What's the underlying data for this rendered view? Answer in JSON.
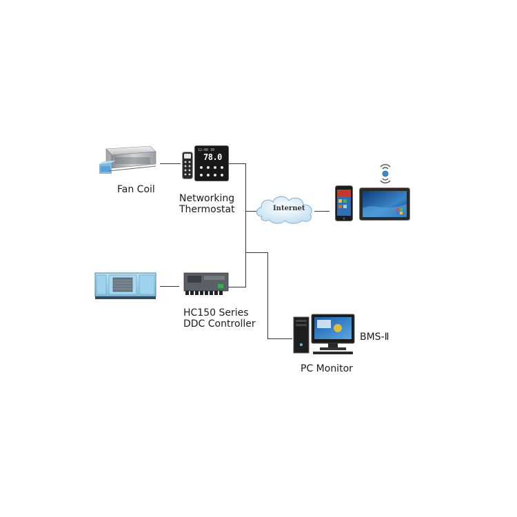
{
  "nodes": {
    "fan_coil": "Fan Coil",
    "thermostat": [
      "Networking",
      "Thermostat"
    ],
    "internet": "Internet",
    "controller": [
      "HC150 Series",
      "DDC Controller"
    ],
    "pc_monitor": "PC Monitor",
    "bms": "BMS-Ⅱ"
  },
  "thermostat_display": {
    "reading": "78.0",
    "line1": "12:00 30"
  },
  "colors": {
    "line": "#333333",
    "cloud": "#cfe6f5",
    "cloud_edge": "#8fb9d8",
    "screen_blue": "#2f6fb2",
    "device_dark": "#1c1c1c"
  }
}
